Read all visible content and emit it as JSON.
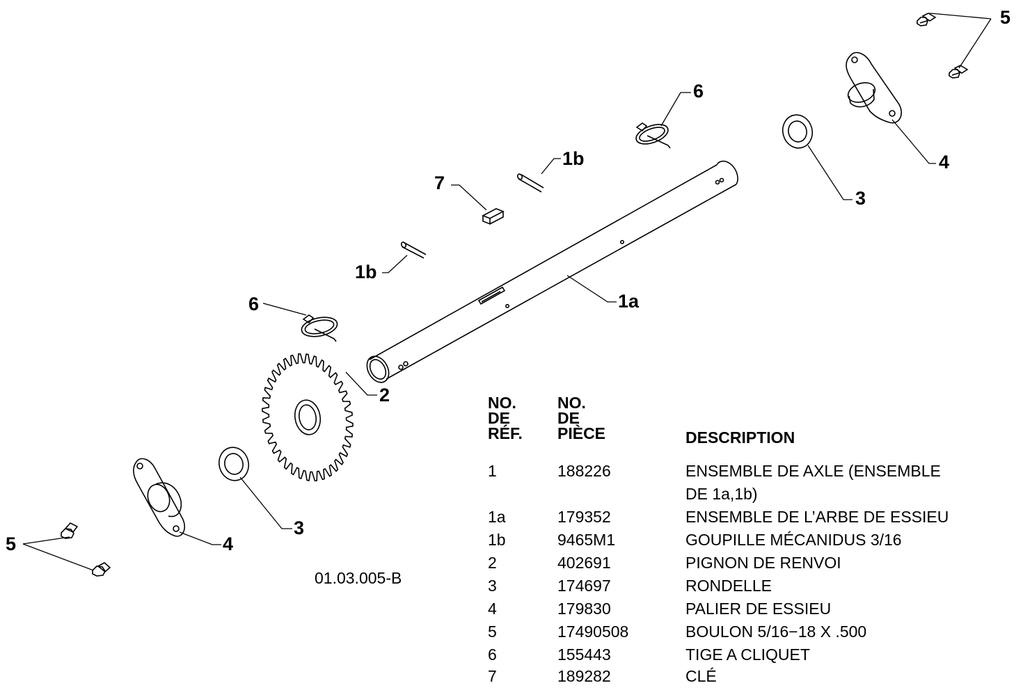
{
  "callouts": {
    "c5_top": "5",
    "c6_top": "6",
    "c4_top": "4",
    "c3_top": "3",
    "c1b_top": "1b",
    "c7": "7",
    "c1b_left": "1b",
    "c6_left": "6",
    "c1a": "1a",
    "c2": "2",
    "c3_bottom": "3",
    "c5_bottom": "5",
    "c4_bottom": "4"
  },
  "drawing_id": "01.03.005-B",
  "parts_table": {
    "headers": {
      "ref": [
        "NO.",
        "DE",
        "RÉF."
      ],
      "part": [
        "NO.",
        "DE",
        "PIÈCE"
      ],
      "description": "DESCRIPTION"
    },
    "rows": [
      {
        "ref": "1",
        "part": "188226",
        "description": "ENSEMBLE DE AXLE (ENSEMBLE",
        "description_cont": "DE 1a,1b)"
      },
      {
        "ref": "1a",
        "part": "179352",
        "description": "ENSEMBLE DE L’ARBE DE ESSIEU"
      },
      {
        "ref": "1b",
        "part": "9465M1",
        "description": "GOUPILLE MÉCANIDUS 3/16"
      },
      {
        "ref": "2",
        "part": "402691",
        "description": "PIGNON DE RENVOI"
      },
      {
        "ref": "3",
        "part": "174697",
        "description": "RONDELLE"
      },
      {
        "ref": "4",
        "part": "179830",
        "description": "PALIER DE ESSIEU"
      },
      {
        "ref": "5",
        "part": "17490508",
        "description": "BOULON 5/16−18 X .500"
      },
      {
        "ref": "6",
        "part": "155443",
        "description": "TIGE A CLIQUET"
      },
      {
        "ref": "7",
        "part": "189282",
        "description": "CLÉ"
      }
    ]
  }
}
